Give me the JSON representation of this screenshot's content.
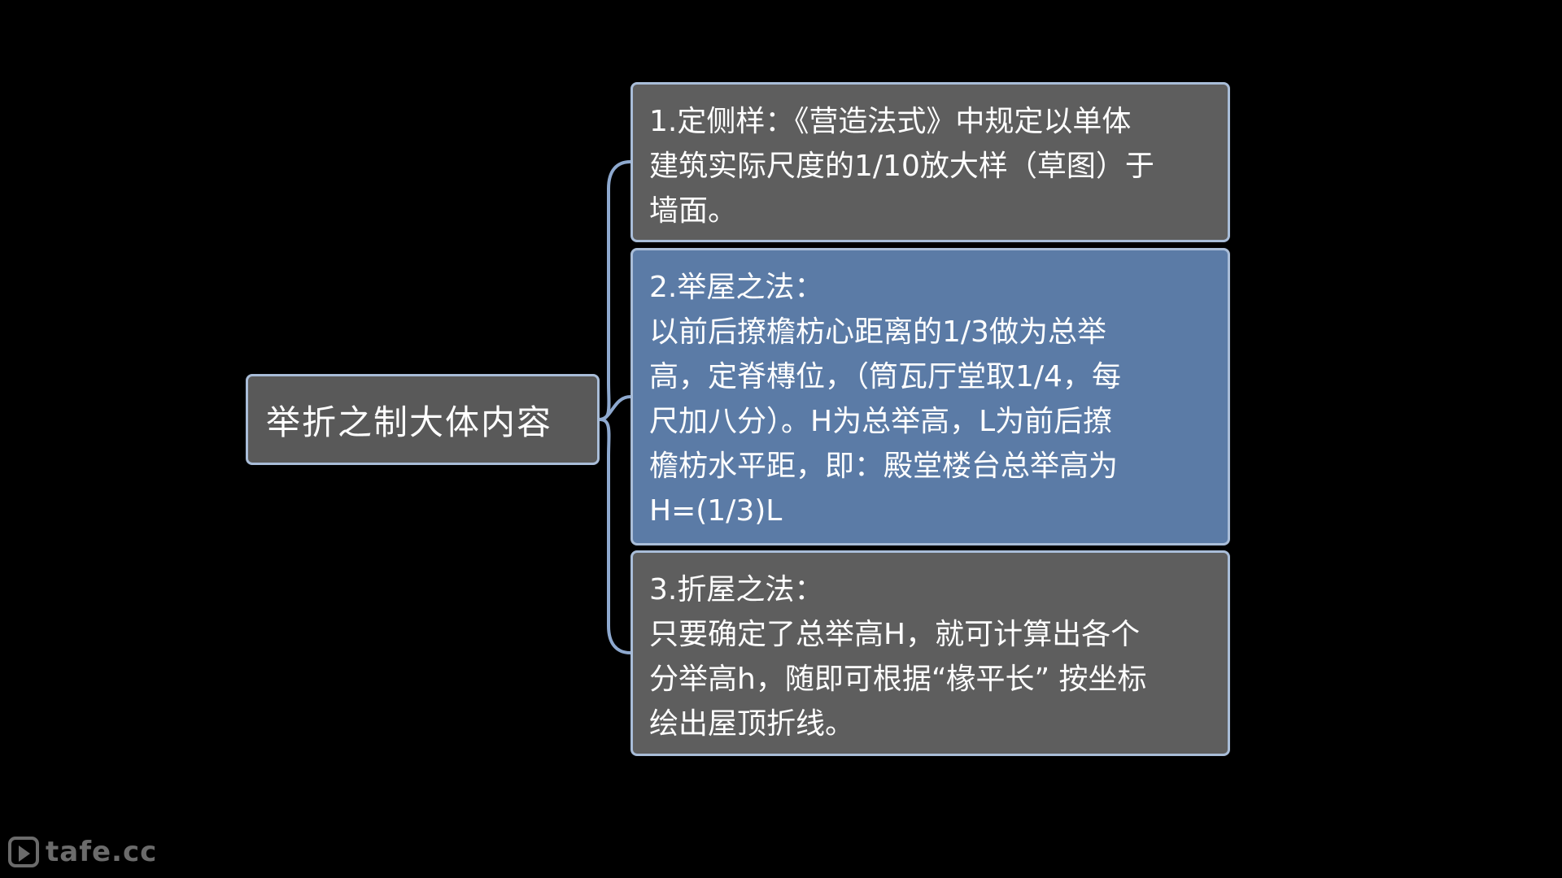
{
  "root": {
    "label": "举折之制大体内容"
  },
  "branches": [
    {
      "lines": [
        "1.定侧样：《营造法式》中规定以单体",
        "建筑实际尺度的1/10放大样（草图）于",
        "墙面。"
      ]
    },
    {
      "lines": [
        "2.举屋之法：",
        "以前后撩檐枋心距离的1/3做为总举",
        "高，定脊槫位，（筒瓦厅堂取1/4，每",
        "尺加八分）。H为总举高，L为前后撩",
        "檐枋水平距，即：殿堂楼台总举高为",
        "H=(1/3)L"
      ]
    },
    {
      "lines": [
        "3.折屋之法：",
        "只要确定了总举高H，就可计算出各个",
        "分举高h，随即可根据“椽平长” 按坐标",
        "绘出屋顶折线。"
      ]
    }
  ],
  "watermark": {
    "text": "tafe.cc"
  },
  "colors": {
    "background": "#000000",
    "node_gray": "#5e5e5e",
    "node_blue": "#5b7ba6",
    "border": "#a9bdd8",
    "connector": "#8ea9cf"
  }
}
